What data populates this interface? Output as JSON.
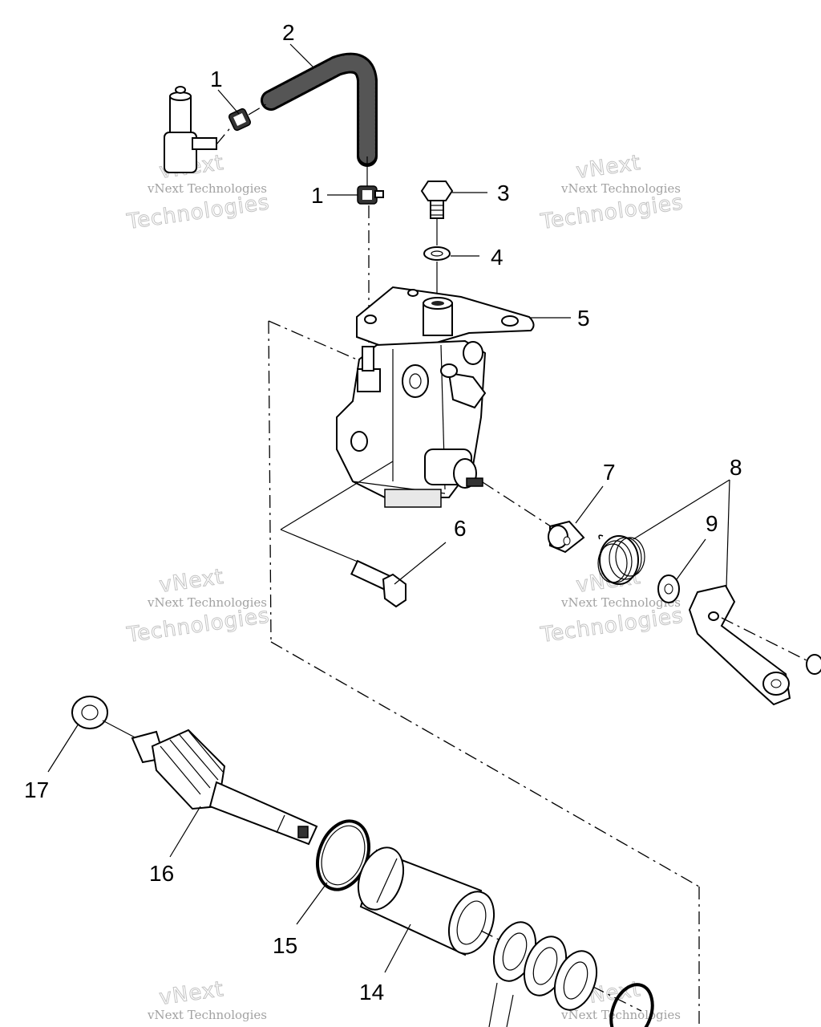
{
  "callouts": {
    "c1a": "1",
    "c1b": "1",
    "c2": "2",
    "c3": "3",
    "c4": "4",
    "c5": "5",
    "c6": "6",
    "c7": "7",
    "c8": "8",
    "c9": "9",
    "c14": "14",
    "c15": "15",
    "c16": "16",
    "c17": "17"
  },
  "watermarks": {
    "company": "vNext Technologies",
    "brand_top": "vNext",
    "brand_bottom": "Technologies"
  }
}
